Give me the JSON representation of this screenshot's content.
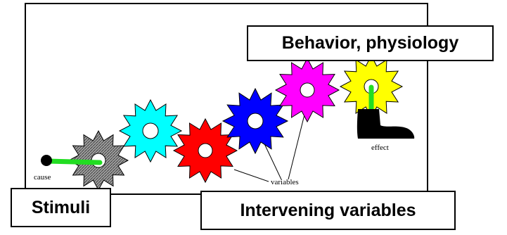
{
  "labels": {
    "title": "Behavior, physiology",
    "stimuli": "Stimuli",
    "intervening": "Intervening variables",
    "cause": "cause",
    "effect": "effect",
    "variables": "variables"
  },
  "gears": [
    {
      "name": "gear-gray",
      "color": "#808080",
      "pattern": "hatched"
    },
    {
      "name": "gear-cyan",
      "color": "#00ffff"
    },
    {
      "name": "gear-red",
      "color": "#ff0000"
    },
    {
      "name": "gear-blue",
      "color": "#0000ff"
    },
    {
      "name": "gear-magenta",
      "color": "#ff00ff"
    },
    {
      "name": "gear-yellow",
      "color": "#ffff00"
    }
  ],
  "colors": {
    "lever": "#22dd22",
    "boot": "#000000",
    "frame": "#000000"
  }
}
